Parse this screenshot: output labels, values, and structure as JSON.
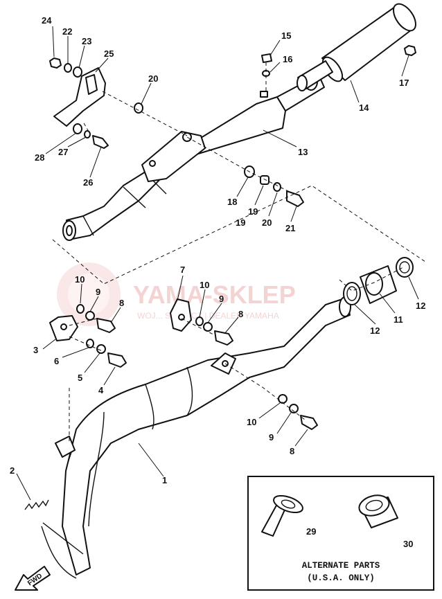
{
  "watermark": {
    "brand": "YAMA-SKLEP",
    "line": "WOJ... SZEWICZ | DEALER YAMAHA"
  },
  "callouts": {
    "n1": "1",
    "n2": "2",
    "n3": "3",
    "n4": "4",
    "n5": "5",
    "n6": "6",
    "n7": "7",
    "n8a": "8",
    "n8b": "8",
    "n8c": "8",
    "n9a": "9",
    "n9b": "9",
    "n9c": "9",
    "n10a": "10",
    "n10b": "10",
    "n10c": "10",
    "n11": "11",
    "n12a": "12",
    "n12b": "12",
    "n13": "13",
    "n14": "14",
    "n15": "15",
    "n16": "16",
    "n17": "17",
    "n18": "18",
    "n19a": "19",
    "n19b": "19",
    "n20a": "20",
    "n20b": "20",
    "n21": "21",
    "n22": "22",
    "n23": "23",
    "n24": "24",
    "n25": "25",
    "n26": "26",
    "n27": "27",
    "n28": "28",
    "n29": "29",
    "n30": "30"
  },
  "alternate_box": {
    "title": "ALTERNATE PARTS",
    "subtitle": "(U.S.A. ONLY)"
  },
  "fwd": "FWD"
}
